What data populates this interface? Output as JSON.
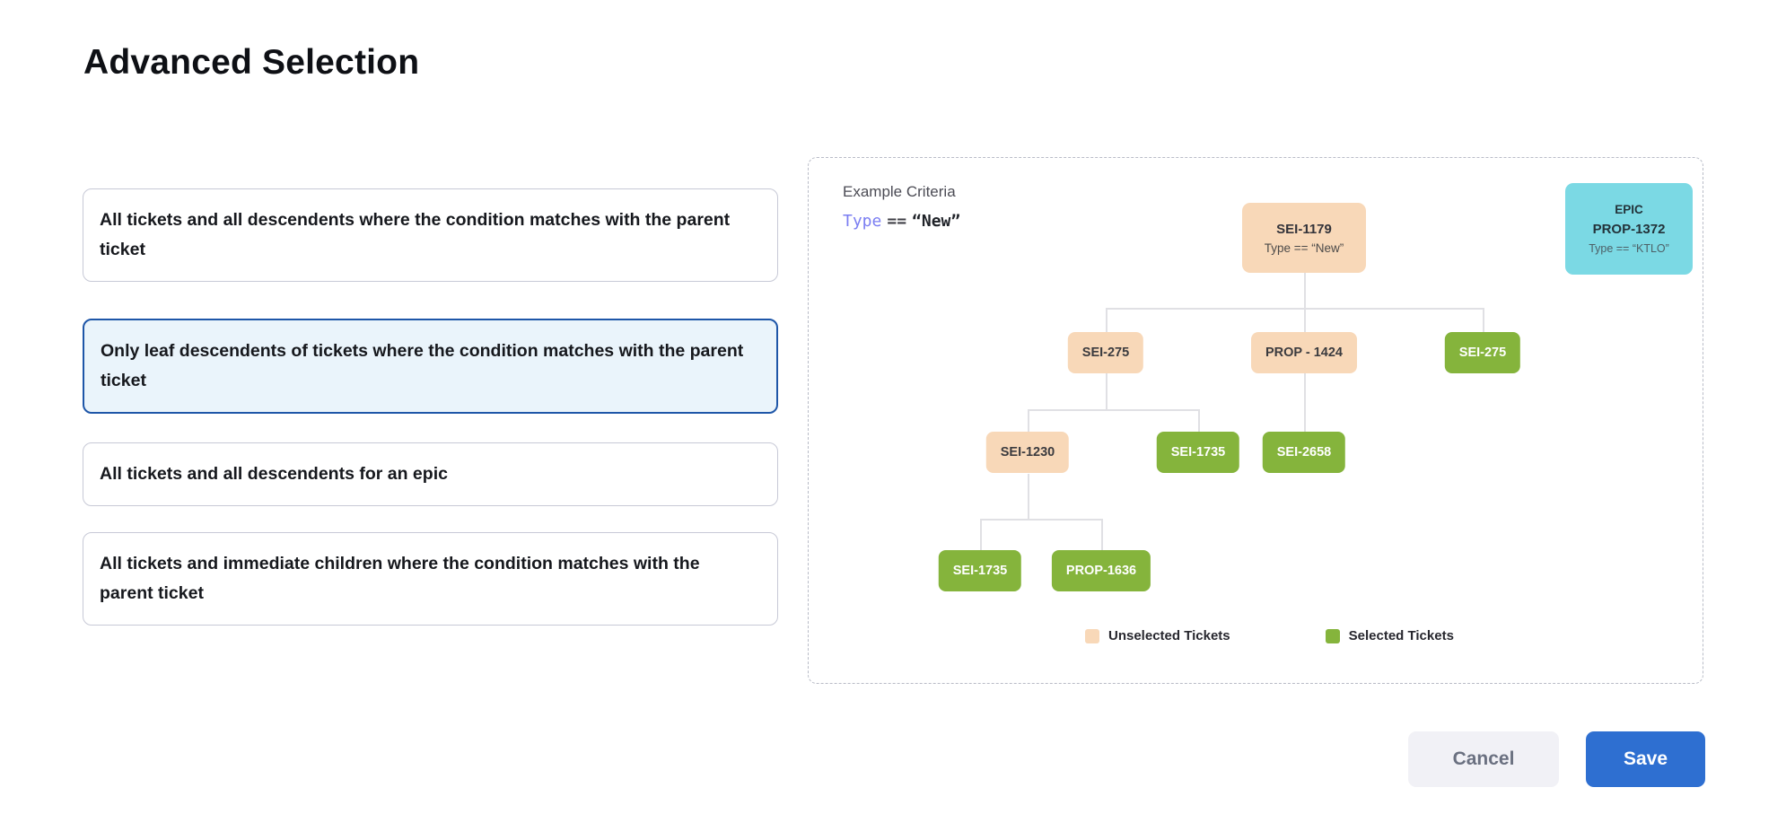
{
  "dialog": {
    "title": "Advanced Selection"
  },
  "options": [
    {
      "label": "All tickets and all descendents where the condition matches with the parent ticket",
      "selected": false
    },
    {
      "label": "Only leaf descendents of tickets where the condition matches with the parent ticket",
      "selected": true
    },
    {
      "label": "All tickets and all descendents for an epic",
      "selected": false
    },
    {
      "label": "All tickets and immediate children where the condition matches with the parent ticket",
      "selected": false
    }
  ],
  "diagram": {
    "criteria_label": "Example Criteria",
    "criteria": {
      "field": "Type",
      "operator": "==",
      "value": "“New”"
    },
    "epic_card": {
      "type_label": "EPIC",
      "id": "PROP-1372",
      "condition": "Type == “KTLO”"
    },
    "root": {
      "id": "SEI-1179",
      "condition": "Type == “New”"
    },
    "nodes": [
      {
        "id": "SEI-275",
        "state": "unselected"
      },
      {
        "id": "PROP - 1424",
        "state": "unselected"
      },
      {
        "id": "SEI-275",
        "state": "selected"
      },
      {
        "id": "SEI-1230",
        "state": "unselected"
      },
      {
        "id": "SEI-1735",
        "state": "selected"
      },
      {
        "id": "SEI-2658",
        "state": "selected"
      },
      {
        "id": "SEI-1735",
        "state": "selected"
      },
      {
        "id": "PROP-1636",
        "state": "selected"
      }
    ],
    "legend": [
      {
        "label": "Unselected Tickets",
        "color": "#f8d8b8"
      },
      {
        "label": "Selected Tickets",
        "color": "#85b43c"
      }
    ]
  },
  "footer": {
    "cancel_label": "Cancel",
    "save_label": "Save"
  },
  "colors": {
    "unselected_ticket": "#f8d8b8",
    "selected_ticket": "#85b43c",
    "epic_card": "#7bd9e4",
    "save_button": "#2e6fd1",
    "selected_card_border": "#1e56a8",
    "selected_card_background": "#eaf4fb",
    "criteria_field_text": "#7b7ef2"
  }
}
